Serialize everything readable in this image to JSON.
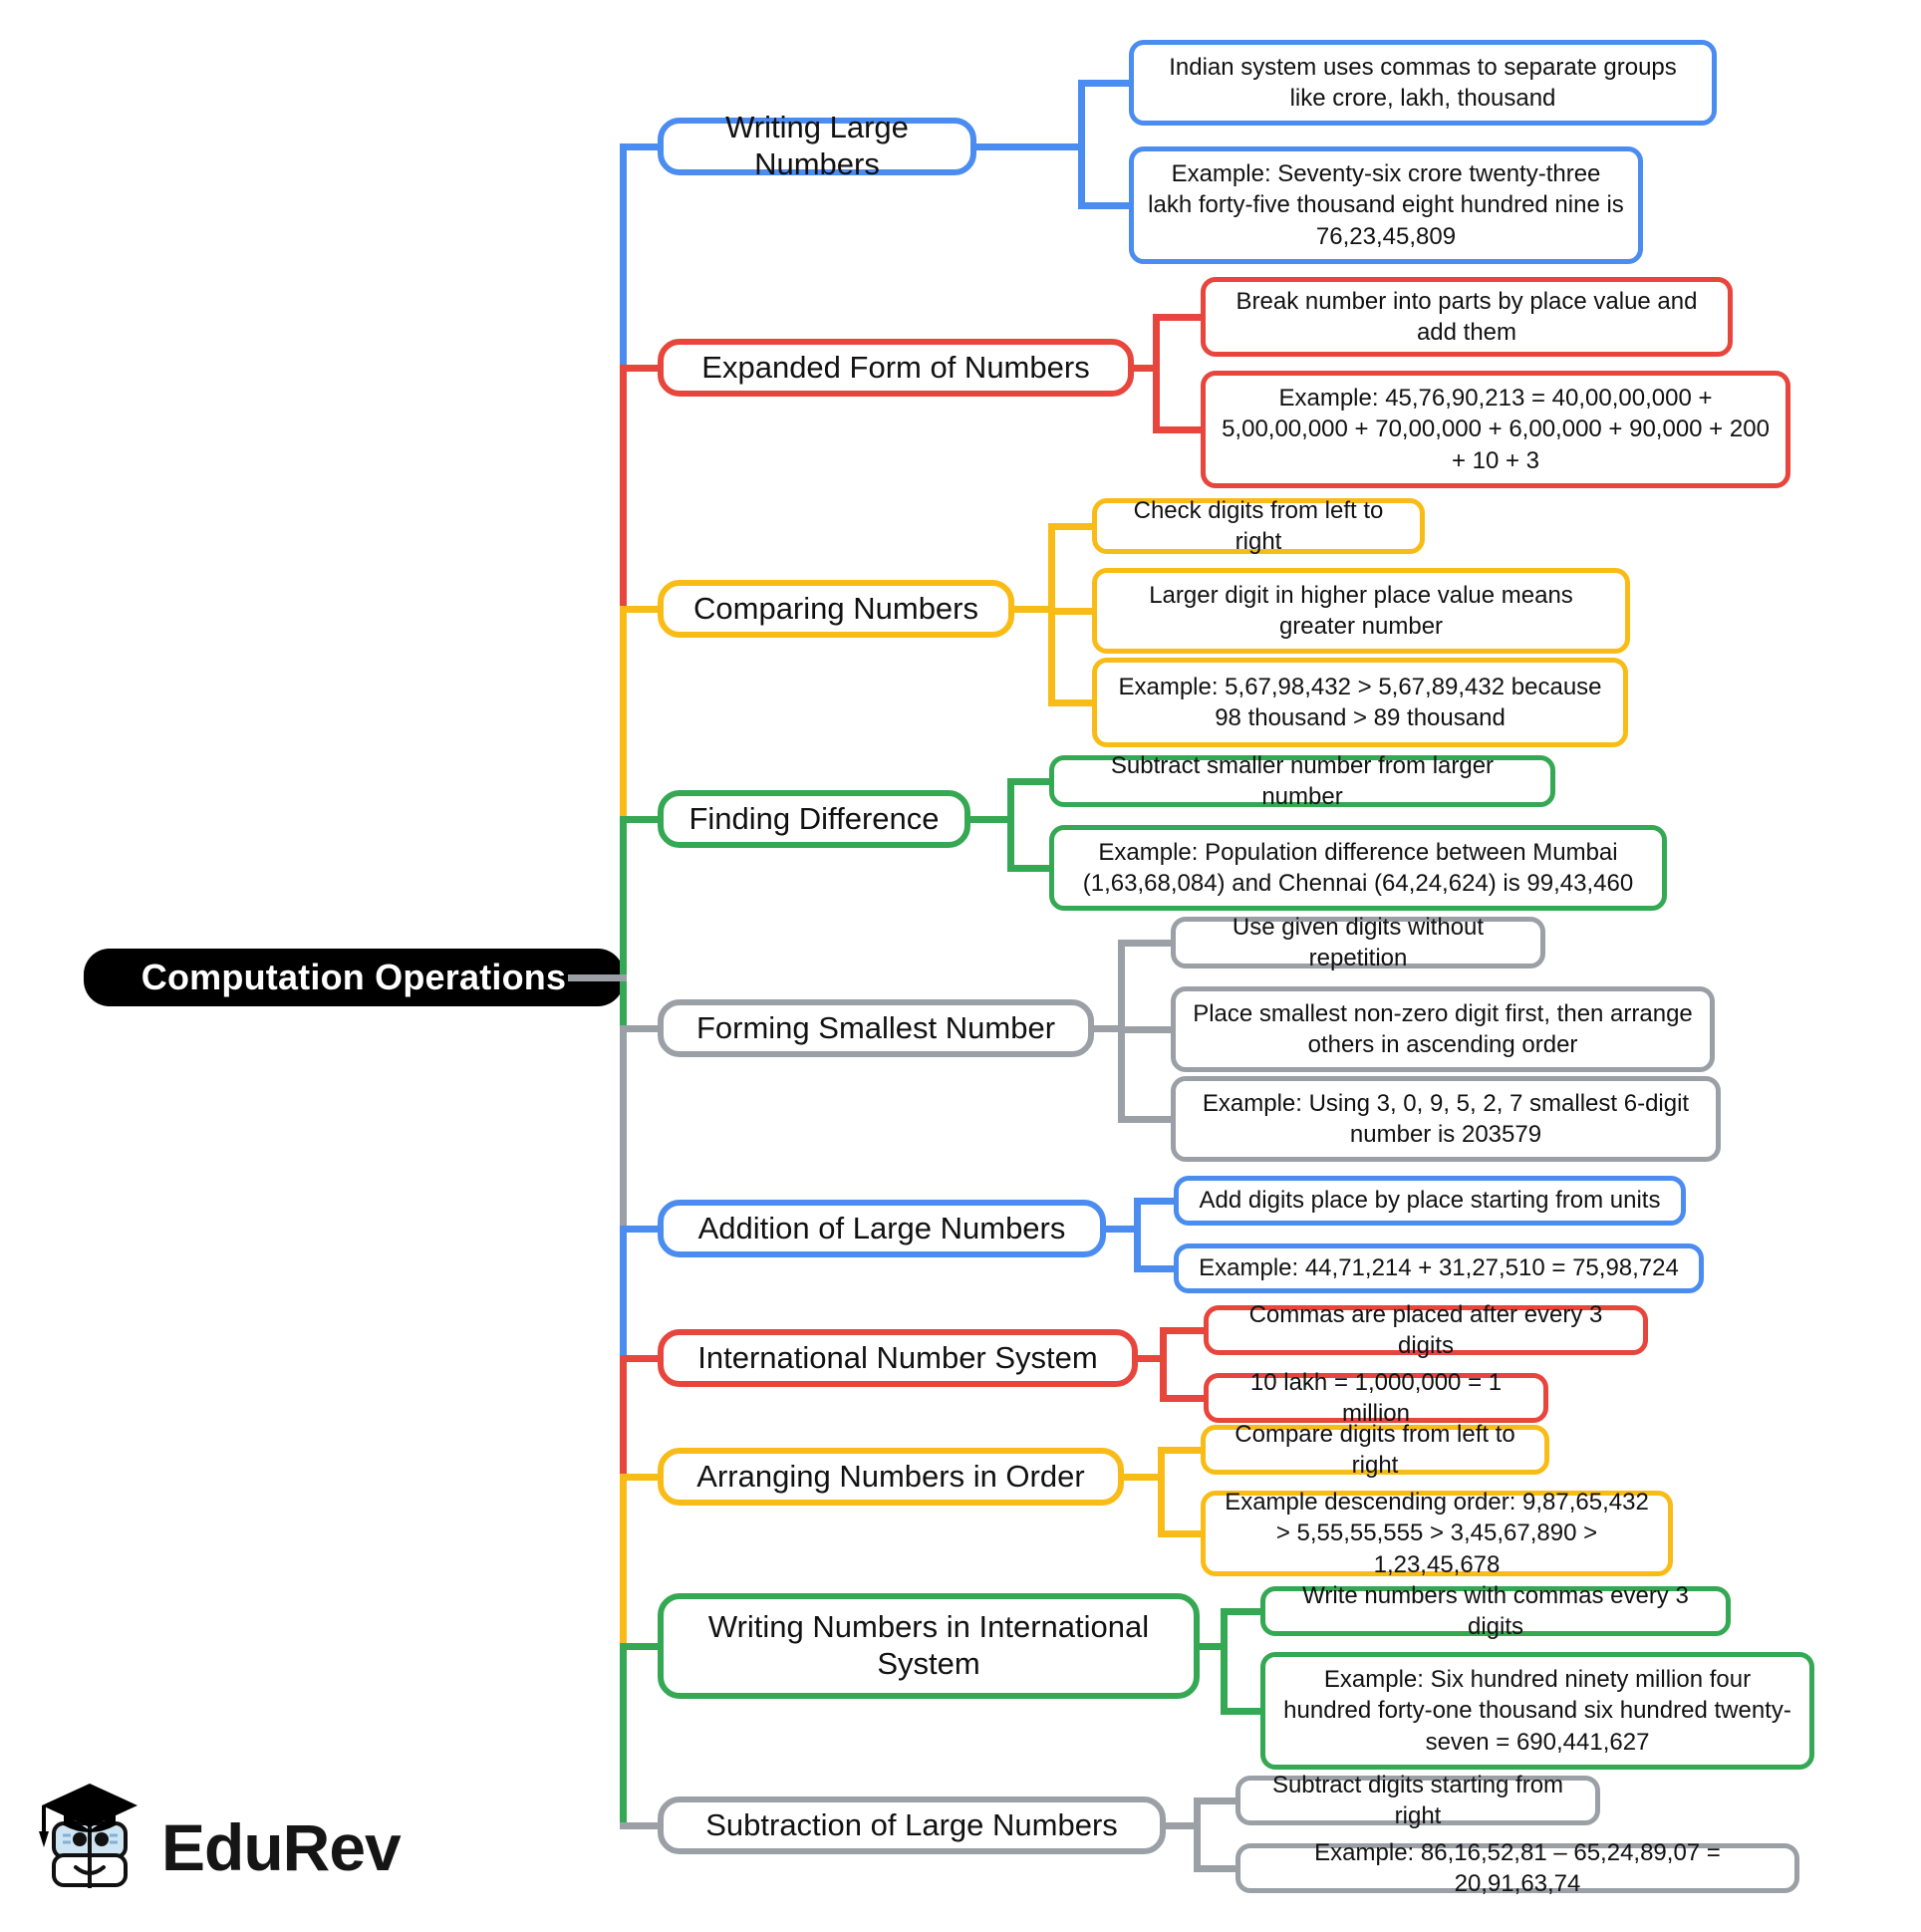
{
  "diagram": {
    "type": "mind-map",
    "root": {
      "label": "Computation Operations",
      "color": "#000000"
    },
    "palette": {
      "blue": "#4a8cf0",
      "red": "#e8453c",
      "yellow": "#f9bc16",
      "green": "#34a853",
      "gray": "#9aa0a6"
    },
    "branches": [
      {
        "label": "Writing Large Numbers",
        "color": "#4a8cf0",
        "color_name": "blue",
        "children": [
          "Indian system uses commas to separate groups like crore, lakh, thousand",
          "Example: Seventy-six crore twenty-three lakh forty-five thousand eight hundred nine is 76,23,45,809"
        ]
      },
      {
        "label": "Expanded Form of Numbers",
        "color": "#e8453c",
        "color_name": "red",
        "children": [
          "Break number into parts by place value and add them",
          "Example: 45,76,90,213 = 40,00,00,000 + 5,00,00,000 + 70,00,000 + 6,00,000 + 90,000 + 200 + 10 + 3"
        ]
      },
      {
        "label": "Comparing Numbers",
        "color": "#f9bc16",
        "color_name": "yellow",
        "children": [
          "Check digits from left to right",
          "Larger digit in higher place value means greater number",
          "Example: 5,67,98,432 > 5,67,89,432 because 98 thousand > 89 thousand"
        ]
      },
      {
        "label": "Finding Difference",
        "color": "#34a853",
        "color_name": "green",
        "children": [
          "Subtract smaller number from larger number",
          "Example: Population difference between Mumbai (1,63,68,084) and Chennai (64,24,624) is 99,43,460"
        ]
      },
      {
        "label": "Forming Smallest Number",
        "color": "#9aa0a6",
        "color_name": "gray",
        "children": [
          "Use given digits without repetition",
          "Place smallest non-zero digit first, then arrange others in ascending order",
          "Example: Using 3, 0, 9, 5, 2, 7 smallest 6-digit number is 203579"
        ]
      },
      {
        "label": "Addition of Large Numbers",
        "color": "#4a8cf0",
        "color_name": "blue",
        "children": [
          "Add digits place by place starting from units",
          "Example: 44,71,214 + 31,27,510 = 75,98,724"
        ]
      },
      {
        "label": "International Number System",
        "color": "#e8453c",
        "color_name": "red",
        "children": [
          "Commas are placed after every 3 digits",
          "10 lakh = 1,000,000 = 1 million"
        ]
      },
      {
        "label": "Arranging Numbers in Order",
        "color": "#f9bc16",
        "color_name": "yellow",
        "children": [
          "Compare digits from left to right",
          "Example descending order: 9,87,65,432 > 5,55,55,555 > 3,45,67,890 > 1,23,45,678"
        ]
      },
      {
        "label": "Writing Numbers in International System",
        "color": "#34a853",
        "color_name": "green",
        "children": [
          "Write numbers with commas every 3 digits",
          "Example: Six hundred ninety million four hundred forty-one thousand six hundred twenty-seven = 690,441,627"
        ]
      },
      {
        "label": "Subtraction of Large Numbers",
        "color": "#9aa0a6",
        "color_name": "gray",
        "children": [
          "Subtract digits starting from right",
          "Example: 86,16,52,81 – 65,24,89,07 = 20,91,63,74"
        ]
      }
    ]
  },
  "logo": {
    "wordmark": "EduRev",
    "icon": "graduation-cap-book-mascot"
  }
}
